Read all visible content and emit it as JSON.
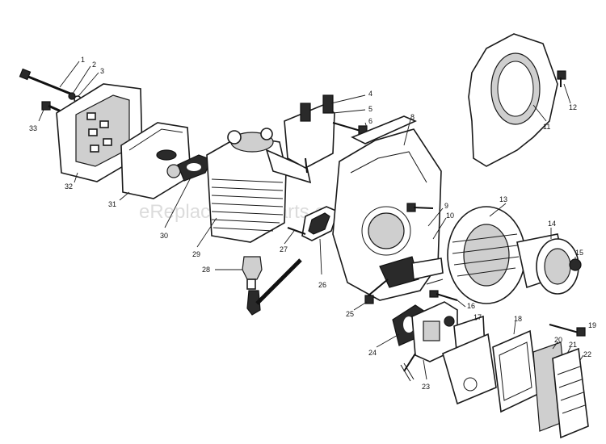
{
  "watermark": "eReplacementParts.com",
  "callouts": [
    "1",
    "2",
    "3",
    "4",
    "5",
    "6",
    "8",
    "9",
    "10",
    "11",
    "12",
    "13",
    "14",
    "15",
    "16",
    "17",
    "18",
    "19",
    "20",
    "21",
    "22",
    "23",
    "24",
    "25",
    "26",
    "27",
    "28",
    "29",
    "30",
    "31",
    "32",
    "33"
  ]
}
